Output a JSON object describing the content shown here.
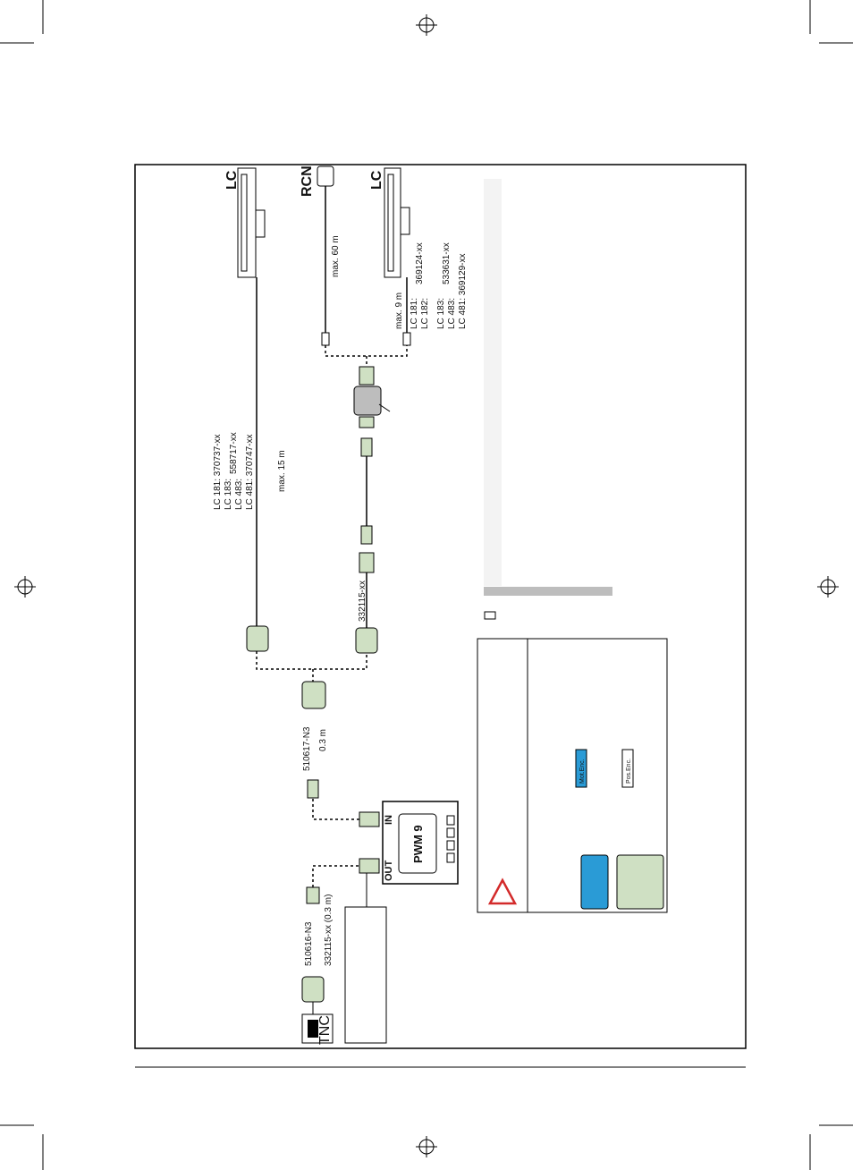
{
  "colors": {
    "green": "#cfe0c3",
    "blue": "#2a9bd6",
    "grey": "#bdbdbd",
    "red": "#d32a2a",
    "panel": "#f3f3f3"
  },
  "devices": {
    "lc_top": "LC",
    "rcn": "RCN",
    "lc_mid": "LC",
    "tnc": "TNC",
    "pwm": "PWM 9",
    "in": "IN",
    "out": "OUT"
  },
  "top_cable": {
    "lines": [
      "LC 181: 370737-xx",
      "LC 183:",
      "LC 483:",
      "LC 481: 370747-xx"
    ],
    "group": "558717-xx",
    "length": "max. 15 m"
  },
  "rcn_cable": {
    "length": "max. 60 m"
  },
  "lc_cable": {
    "length": "max. 9 m",
    "lines": [
      "LC 181:",
      "LC 182:",
      "LC 183:",
      "LC 483:",
      "LC 481: 369129-xx"
    ],
    "group1": "369124-xx",
    "group2": "533631-xx"
  },
  "adapter_cable": "332115-xx",
  "mid_cable": {
    "id": "510617-N3",
    "length": "0.3 m"
  },
  "tnc_cable": {
    "id": "510616-N3",
    "alt": "332115-xx (0.3 m)"
  },
  "warning": {
    "label1": "Mot.Enc.",
    "label2": "Pos.Enc."
  }
}
